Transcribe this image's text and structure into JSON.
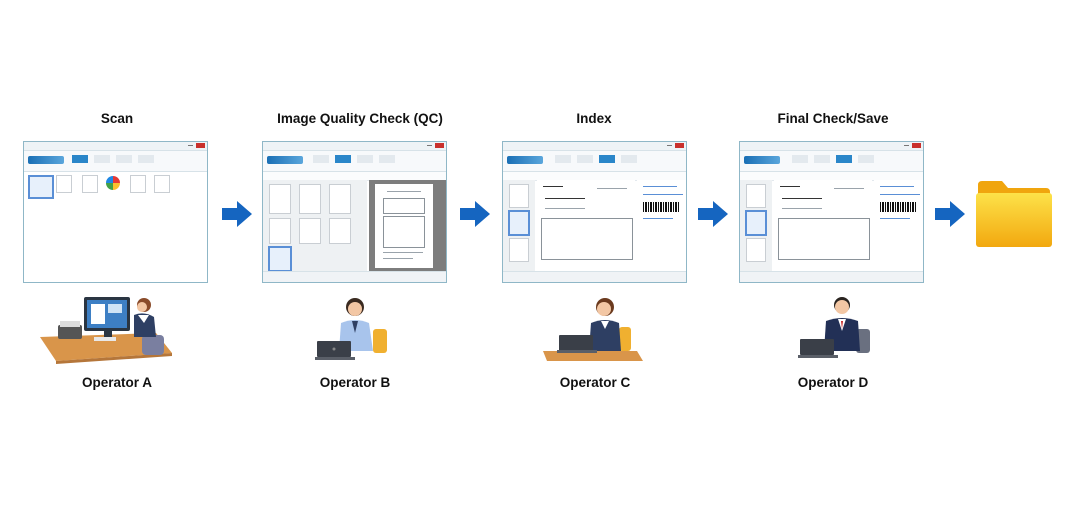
{
  "stages": [
    {
      "title": "Scan",
      "operator": "Operator A"
    },
    {
      "title": "Image Quality Check (QC)",
      "operator": "Operator B"
    },
    {
      "title": "Index",
      "operator": "Operator C"
    },
    {
      "title": "Final Check/Save",
      "operator": "Operator D"
    }
  ],
  "colors": {
    "arrow": "#1565c0",
    "folder_front": "#f9c21a",
    "folder_back": "#f0a50e",
    "ribbon_accent": "#2a86c9"
  },
  "icons": {
    "arrow": "arrow-right-icon",
    "folder": "folder-icon"
  }
}
